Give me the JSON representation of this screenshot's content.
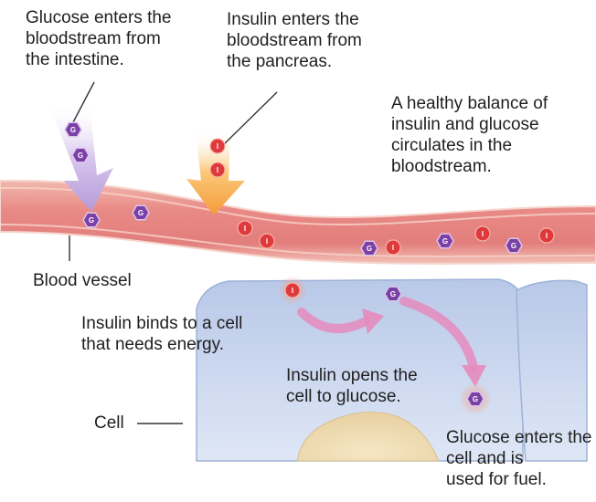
{
  "labels": {
    "glucose_enters_bloodstream": "Glucose enters the\nbloodstream from\nthe intestine.",
    "insulin_enters_bloodstream": "Insulin enters the\nbloodstream from\nthe pancreas.",
    "healthy_balance": "A healthy balance of\ninsulin and glucose\ncirculates in the\nbloodstream.",
    "blood_vessel": "Blood vessel",
    "insulin_binds": "Insulin binds to a cell\nthat needs energy.",
    "insulin_opens": "Insulin opens the\ncell to glucose.",
    "cell": "Cell",
    "glucose_enters_cell": "Glucose enters the\ncell and is\nused for fuel."
  },
  "molecules": {
    "glucose_letter": "G",
    "insulin_letter": "I"
  },
  "colors": {
    "glucose": "#7b3fa6",
    "insulin": "#e0393b",
    "vessel": "#e98a86",
    "cell": "#c9d6ef",
    "glucose_arrow": "#c9b3e3",
    "insulin_arrow": "#f7b45c",
    "movement_arrow": "#e58bbd"
  }
}
